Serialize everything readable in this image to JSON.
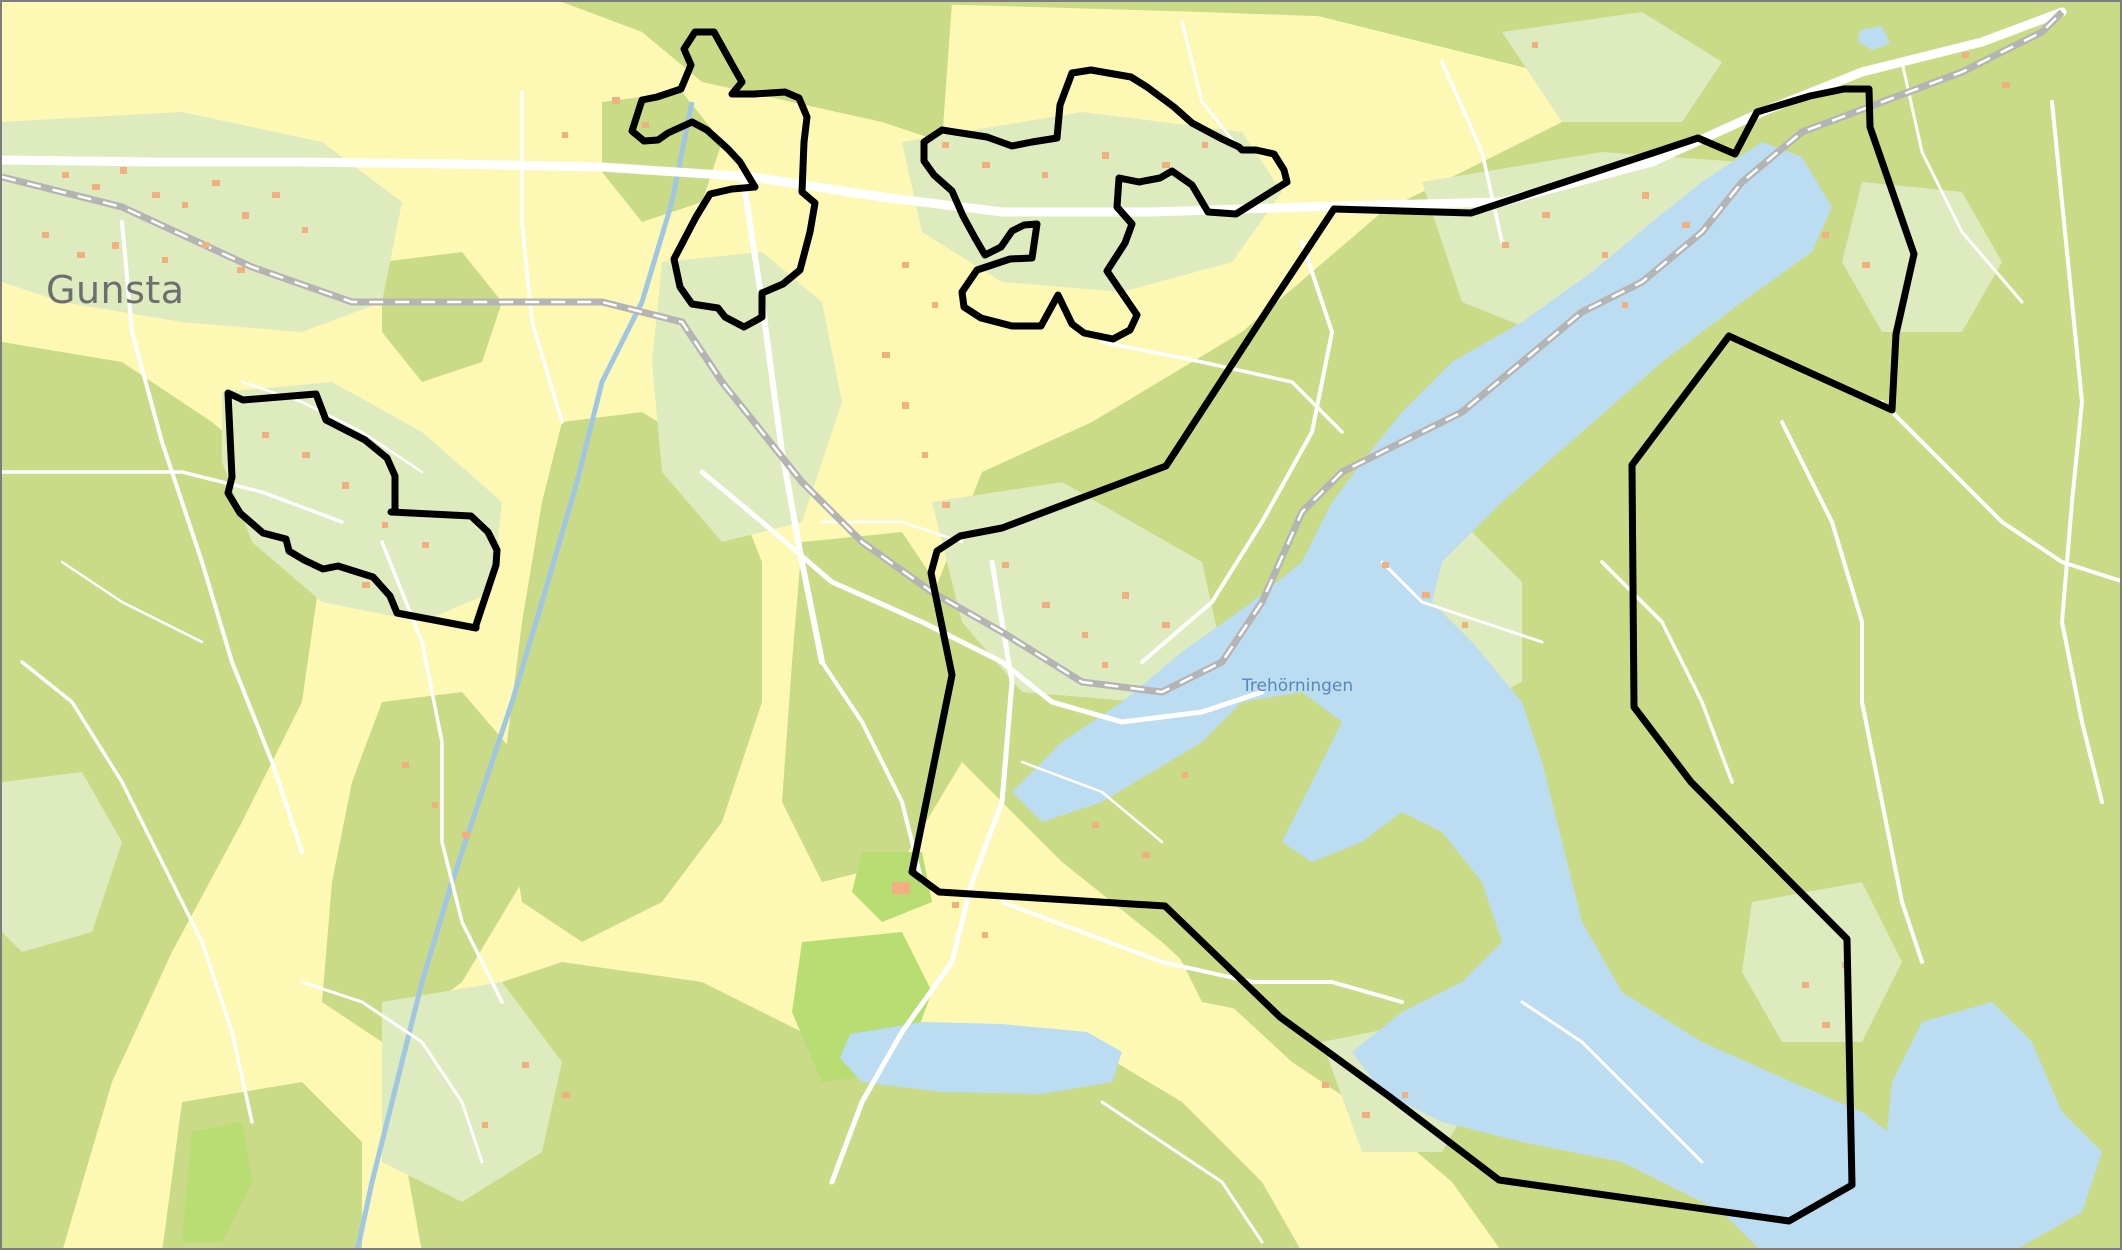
{
  "map": {
    "labels": {
      "town": "Gunsta",
      "lake": "Trehörningen"
    },
    "colors": {
      "open_land": "#fdf9b5",
      "forest": "#c9db87",
      "light_vegetation": "#deebbf",
      "park": "#b7dd73",
      "water": "#bcdcf2",
      "river": "#9fc6e2",
      "road": "#ffffff",
      "railway": "#b4b4b4",
      "buildings": "#f0b080",
      "boundary": "#000000",
      "frame": "#7d7d7d"
    },
    "features": {
      "areas": [
        "forest",
        "light-vegetation",
        "park",
        "water"
      ],
      "lines": [
        "roads",
        "railway",
        "river"
      ],
      "outlines": [
        "boundary-west",
        "boundary-north-a",
        "boundary-north-b",
        "boundary-main"
      ]
    }
  }
}
